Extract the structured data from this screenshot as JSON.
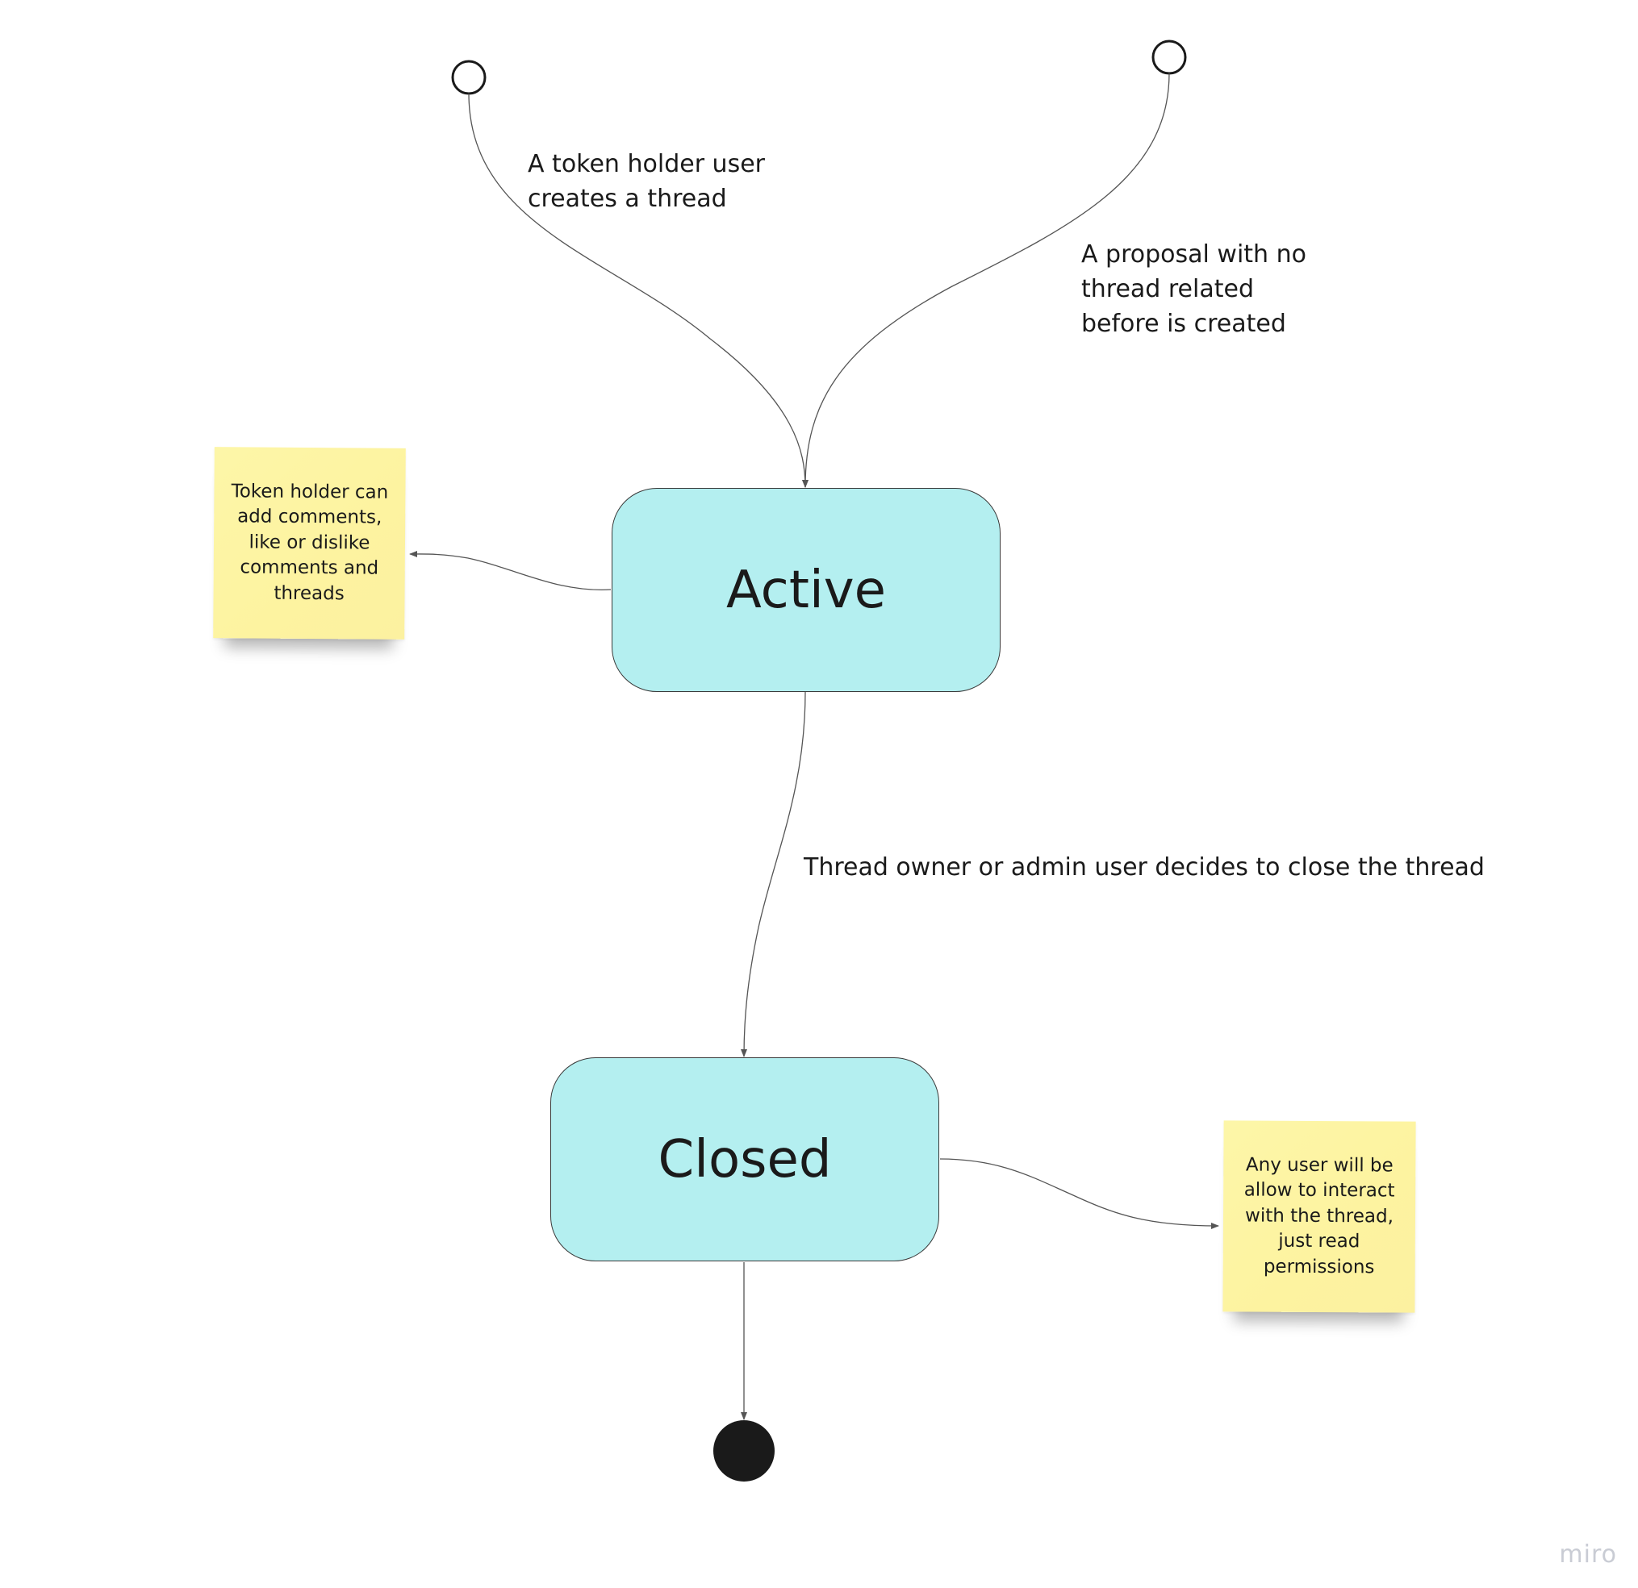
{
  "states": {
    "active": {
      "label": "Active"
    },
    "closed": {
      "label": "Closed"
    }
  },
  "transitions": {
    "token_holder_creates": "A token holder user\ncreates a thread",
    "proposal_created": "A proposal with no\nthread related\nbefore is created",
    "owner_closes": "Thread owner or admin user decides to close the thread"
  },
  "notes": {
    "active_note": "Token holder can\nadd comments,\nlike or dislike\ncomments and\nthreads",
    "closed_note": "Any user will be\nallow to interact\nwith the thread,\njust read\npermissions"
  },
  "watermark": "miro",
  "colors": {
    "state_fill": "#b4eff0",
    "sticky_fill": "#fdf4a2",
    "line": "#555555",
    "end_node": "#1a1a1a"
  }
}
